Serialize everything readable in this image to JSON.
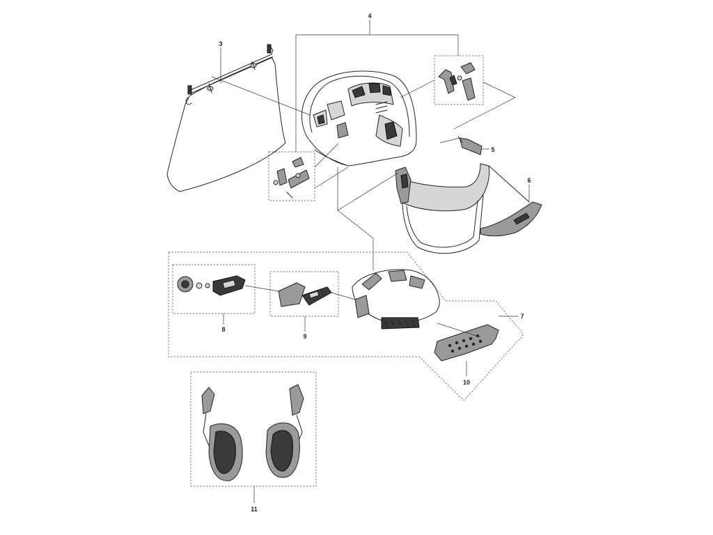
{
  "diagram": {
    "callouts": {
      "c3": "3",
      "c4": "4",
      "c5": "5",
      "c6": "6",
      "c7": "7",
      "c8": "8",
      "c9": "9",
      "c10": "10",
      "c11": "11"
    },
    "colors": {
      "line": "#222222",
      "part_fill": "#9a9a9a",
      "part_dark": "#3a3a3a",
      "part_light": "#d6d6d6",
      "background": "#ffffff"
    }
  }
}
